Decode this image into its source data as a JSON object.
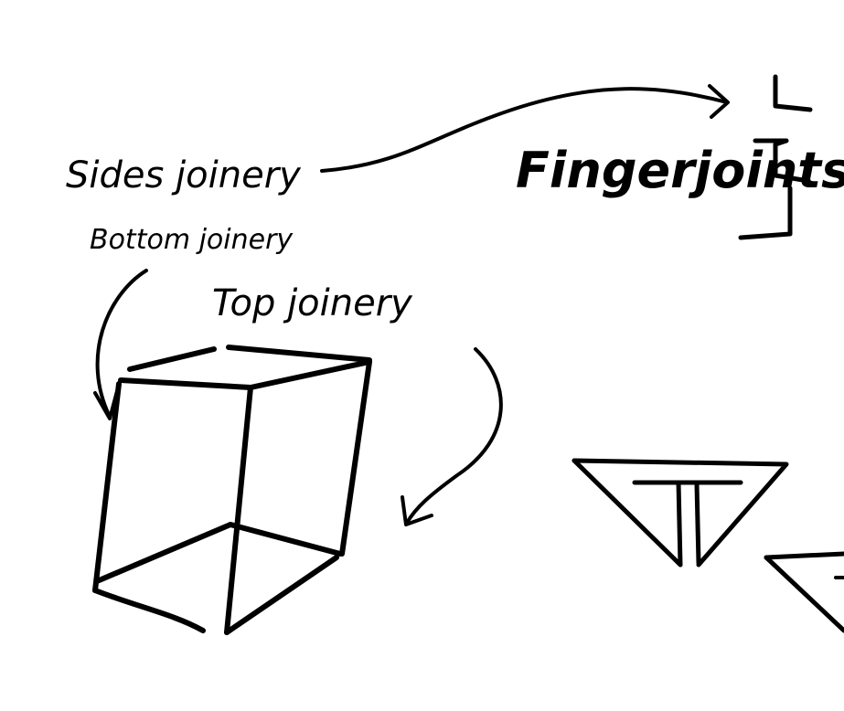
{
  "labels": {
    "sides": "Sides joinery",
    "bottom": "Bottom joinery",
    "top": "Top joinery",
    "finger": "Fingerjoints"
  },
  "colors": {
    "ink": "#000000",
    "background": "#ffffff"
  }
}
